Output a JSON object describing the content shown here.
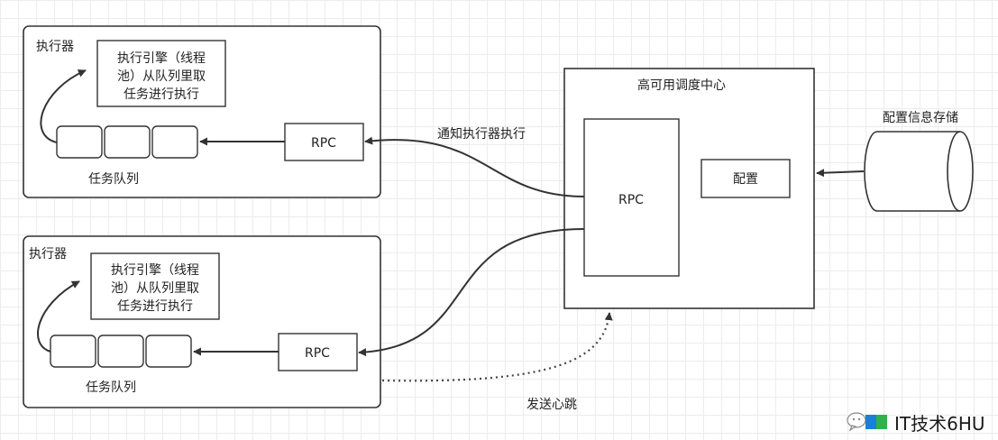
{
  "executor_1": {
    "title": "执行器",
    "engine_lines": [
      "执行引擎（线程",
      "池）从队列里取",
      "任务进行执行"
    ],
    "queue_label": "任务队列",
    "rpc_label": "RPC"
  },
  "executor_2": {
    "title": "执行器",
    "engine_lines": [
      "执行引擎（线程",
      "池）从队列里取",
      "任务进行执行"
    ],
    "queue_label": "任务队列",
    "rpc_label": "RPC"
  },
  "center": {
    "title": "高可用调度中心",
    "rpc_label": "RPC",
    "config_label": "配置"
  },
  "storage": {
    "label": "配置信息存储"
  },
  "edges": {
    "notify_label": "通知执行器执行",
    "heartbeat_label": "发送心跳"
  },
  "watermark": {
    "text": "IT技术6HU"
  },
  "colors": {
    "stroke": "#333333",
    "heartbeat": "#444444",
    "grid": "#ececec"
  }
}
